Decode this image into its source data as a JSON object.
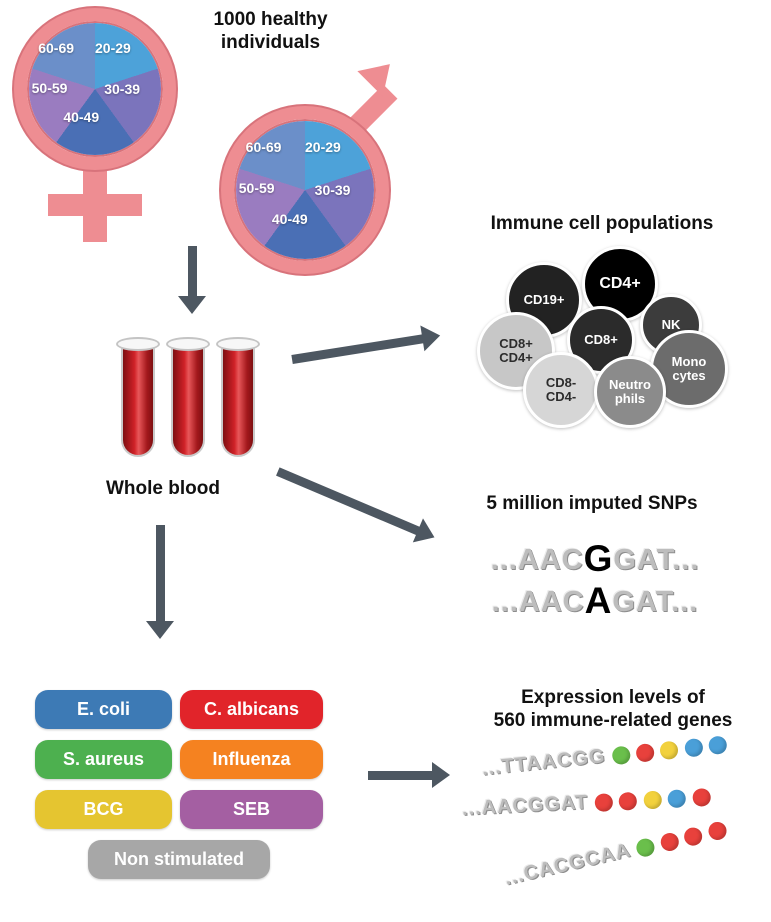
{
  "header": {
    "title": "1000 healthy\nindividuals"
  },
  "demographics": {
    "age_groups": [
      "20-29",
      "30-39",
      "40-49",
      "50-59",
      "60-69"
    ],
    "slice_colors": [
      "#4da2d9",
      "#7b74bc",
      "#4a6fb5",
      "#9a7cc0",
      "#6b8fc9"
    ],
    "symbol_color": "#ee8d92"
  },
  "blood": {
    "label": "Whole blood"
  },
  "immune": {
    "title": "Immune cell populations",
    "cells": [
      {
        "label": "CD19+",
        "color": "#222222"
      },
      {
        "label": "CD4+",
        "color": "#000000"
      },
      {
        "label": "NK",
        "color": "#3c3c3c"
      },
      {
        "label": "CD8+\nCD4+",
        "color": "#c7c7c7"
      },
      {
        "label": "CD8+",
        "color": "#2b2b2b"
      },
      {
        "label": "Mono\ncytes",
        "color": "#6c6c6c"
      },
      {
        "label": "CD8-\nCD4-",
        "color": "#d6d6d6"
      },
      {
        "label": "Neutro\nphils",
        "color": "#8b8b8b"
      }
    ]
  },
  "snps": {
    "title": "5 million imputed SNPs",
    "lines": [
      {
        "pre": "...AAC",
        "variant": "G",
        "post": "GAT..."
      },
      {
        "pre": "...AAC",
        "variant": "A",
        "post": "GAT..."
      }
    ]
  },
  "stimuli": {
    "items": [
      {
        "label": "E. coli",
        "color": "#3d7ab5"
      },
      {
        "label": "C. albicans",
        "color": "#e1242a"
      },
      {
        "label": "S. aureus",
        "color": "#4db04f"
      },
      {
        "label": "Influenza",
        "color": "#f58220"
      },
      {
        "label": "BCG",
        "color": "#e5c530"
      },
      {
        "label": "SEB",
        "color": "#a45fa2"
      },
      {
        "label": "Non stimulated",
        "color": "#a7a7a7"
      }
    ]
  },
  "expression": {
    "title": "Expression levels of\n560 immune-related genes",
    "rows": [
      {
        "seq": "...TTAACGG",
        "dots": [
          "#6abf4b",
          "#e8413c",
          "#f2d13d",
          "#4a9fd8",
          "#4a9fd8"
        ]
      },
      {
        "seq": "...AACGGAT",
        "dots": [
          "#e8413c",
          "#e8413c",
          "#f2d13d",
          "#4a9fd8",
          "#e8413c"
        ]
      },
      {
        "seq": "...CACGCAA",
        "dots": [
          "#6abf4b",
          "#e8413c",
          "#e8413c",
          "#e8413c"
        ]
      }
    ]
  },
  "arrow_color": "#4d5761"
}
